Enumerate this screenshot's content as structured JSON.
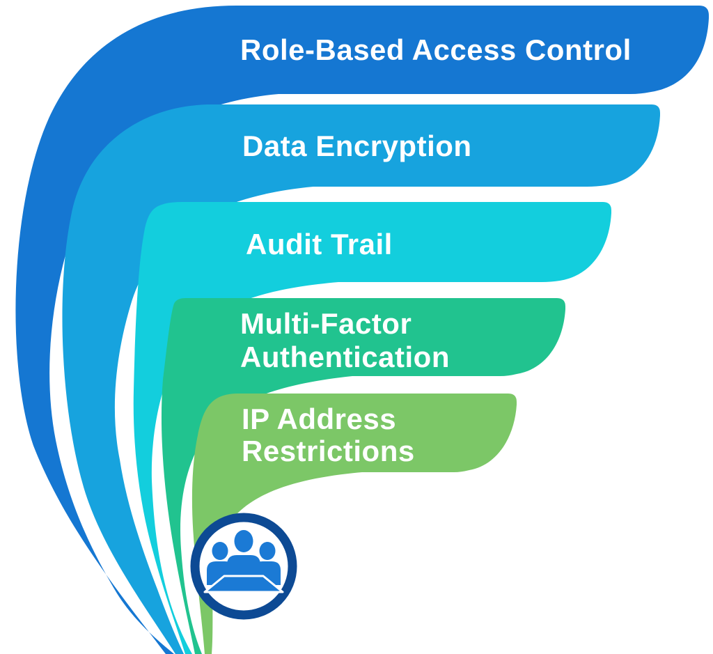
{
  "diagram": {
    "type": "fan-swoosh-list",
    "background": "#ffffff",
    "bands": [
      {
        "label": "Role-Based Access Control",
        "color": "#1577d2"
      },
      {
        "label": "Data Encryption",
        "color": "#17a3de"
      },
      {
        "label": "Audit Trail",
        "color": "#13cedd"
      },
      {
        "label": "Multi-Factor\nAuthentication",
        "color": "#21c38f"
      },
      {
        "label": "IP Address\nRestrictions",
        "color": "#7cc767"
      }
    ],
    "icon": {
      "name": "meeting-team-icon",
      "ring_color": "#0d4a94",
      "figure_color": "#1b7ad5",
      "background": "#ffffff"
    },
    "text_color": "#ffffff"
  }
}
